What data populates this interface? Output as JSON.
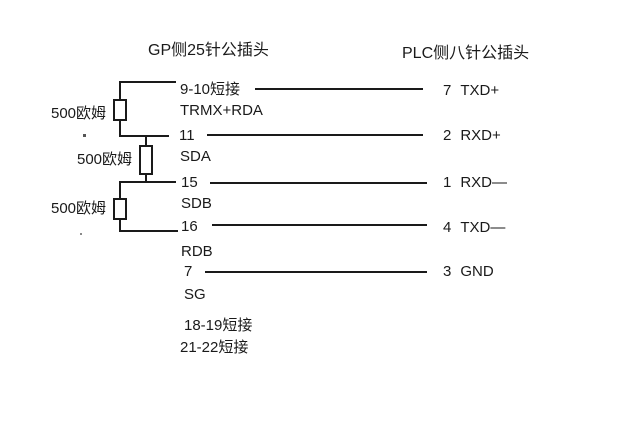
{
  "diagram": {
    "kind": "wiring-pinout-diagram",
    "title_left": "GP侧25针公插头",
    "title_right": "PLC侧八针公插头",
    "resistor_labels": [
      "500欧姆",
      "500欧姆",
      "500欧姆"
    ],
    "rows": [
      {
        "gp_pin": "9-10短接",
        "gp_signal": "TRMX+RDA",
        "plc_pin": "7",
        "plc_signal": "TXD+"
      },
      {
        "gp_pin": "11",
        "gp_signal": "SDA",
        "plc_pin": "2",
        "plc_signal": "RXD+"
      },
      {
        "gp_pin": "15",
        "gp_signal": "SDB",
        "plc_pin": "1",
        "plc_signal": "RXD—"
      },
      {
        "gp_pin": "16",
        "gp_signal": "RDB",
        "plc_pin": "4",
        "plc_signal": "TXD—"
      },
      {
        "gp_pin": "7",
        "gp_signal": "SG",
        "plc_pin": "3",
        "plc_signal": "GND"
      }
    ],
    "notes": [
      "18-19短接",
      "21-22短接"
    ],
    "colors": {
      "background": "#ffffff",
      "line": "#1a1a1a",
      "text": "#1a1a1a"
    }
  }
}
